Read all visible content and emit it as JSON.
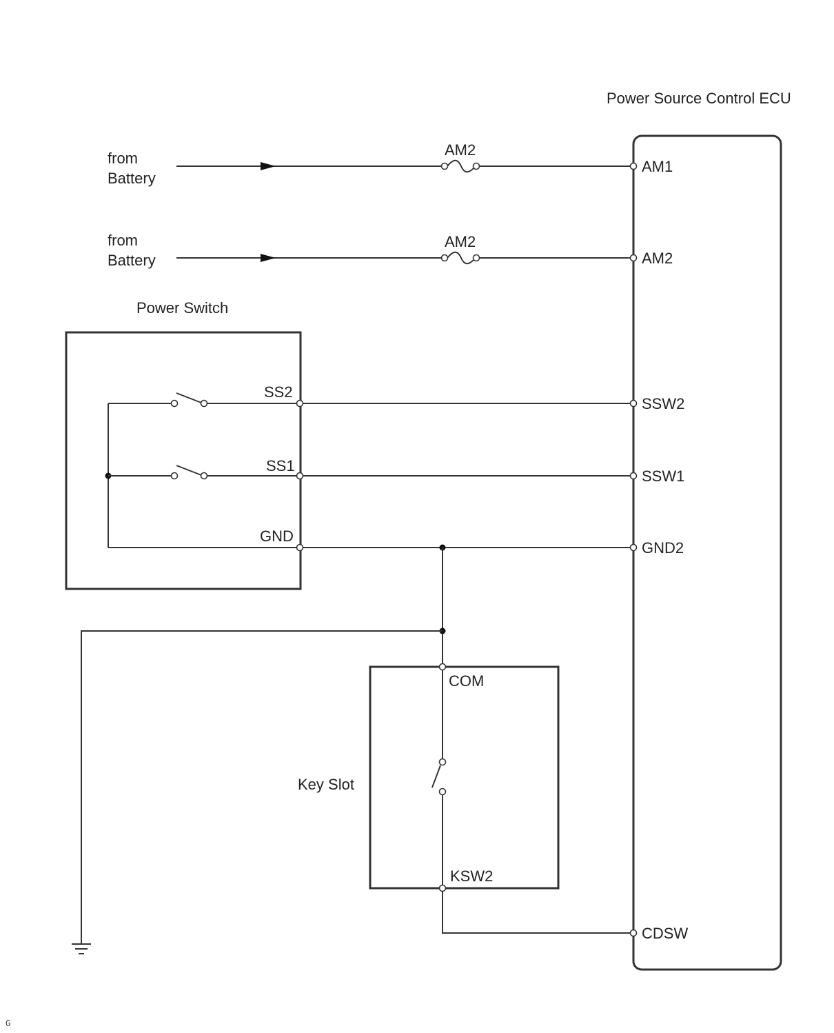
{
  "ecu": {
    "title": "Power Source Control ECU",
    "pins": {
      "am1": "AM1",
      "am2": "AM2",
      "ssw2": "SSW2",
      "ssw1": "SSW1",
      "gnd2": "GND2",
      "cdsw": "CDSW"
    }
  },
  "sources": [
    {
      "line1": "from",
      "line2": "Battery",
      "fuse": "AM2"
    },
    {
      "line1": "from",
      "line2": "Battery",
      "fuse": "AM2"
    }
  ],
  "power_switch": {
    "title": "Power Switch",
    "pins": {
      "ss2": "SS2",
      "ss1": "SS1",
      "gnd": "GND"
    }
  },
  "key_slot": {
    "title": "Key Slot",
    "pins": {
      "com": "COM",
      "ksw2": "KSW2"
    }
  },
  "corner_mark": "G",
  "colors": {
    "wire": "#333333",
    "text": "#222222"
  },
  "icons": [
    "arrow-icon",
    "fuse-icon",
    "switch-icon",
    "ground-icon"
  ]
}
